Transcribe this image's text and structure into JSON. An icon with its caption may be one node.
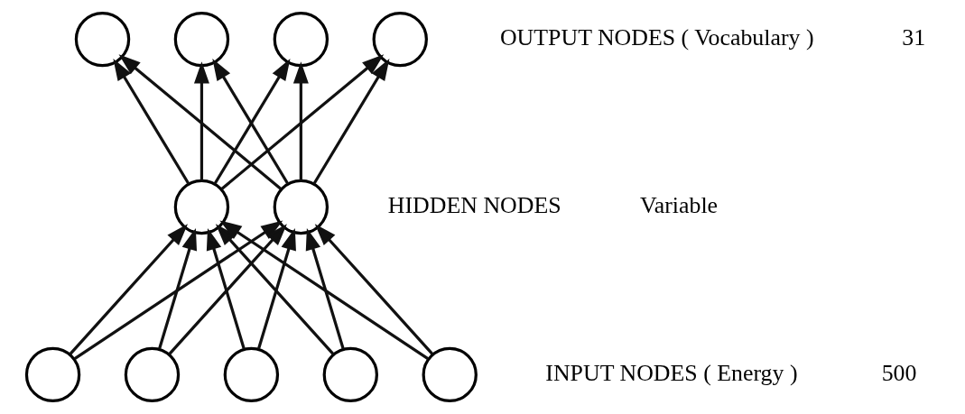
{
  "diagram": {
    "nodes": [
      {
        "text": [],
        "shape": "circle"
      },
      {
        "text": [],
        "shape": "circle"
      },
      {
        "text": [],
        "shape": "circle"
      },
      {
        "text": [],
        "shape": "circle"
      },
      {
        "text": [],
        "shape": "circle"
      },
      {
        "text": [],
        "shape": "circle"
      },
      {
        "text": [],
        "shape": "circle"
      },
      {
        "text": [],
        "shape": "circle"
      },
      {
        "text": [],
        "shape": "circle"
      },
      {
        "text": [],
        "shape": "circle"
      },
      {
        "text": [],
        "shape": "circle"
      }
    ],
    "edges": [
      {
        "from": 4,
        "to": 0,
        "arrow": "to"
      },
      {
        "from": 4,
        "to": 1,
        "arrow": "to"
      },
      {
        "from": 4,
        "to": 2,
        "arrow": "to"
      },
      {
        "from": 4,
        "to": 3,
        "arrow": "to"
      },
      {
        "from": 5,
        "to": 0,
        "arrow": "to"
      },
      {
        "from": 5,
        "to": 1,
        "arrow": "to"
      },
      {
        "from": 5,
        "to": 2,
        "arrow": "to"
      },
      {
        "from": 5,
        "to": 3,
        "arrow": "to"
      },
      {
        "from": 6,
        "to": 4,
        "arrow": "to"
      },
      {
        "from": 6,
        "to": 5,
        "arrow": "to"
      },
      {
        "from": 7,
        "to": 4,
        "arrow": "to"
      },
      {
        "from": 7,
        "to": 5,
        "arrow": "to"
      },
      {
        "from": 8,
        "to": 4,
        "arrow": "to"
      },
      {
        "from": 8,
        "to": 5,
        "arrow": "to"
      },
      {
        "from": 9,
        "to": 4,
        "arrow": "to"
      },
      {
        "from": 9,
        "to": 5,
        "arrow": "to"
      },
      {
        "from": 10,
        "to": 4,
        "arrow": "to"
      },
      {
        "from": 10,
        "to": 5,
        "arrow": "to"
      }
    ],
    "labels": [
      "OUTPUT NODES ( Vocabulary )",
      "31",
      "HIDDEN NODES",
      "Variable",
      "INPUT NODES ( Energy )",
      "500"
    ]
  }
}
